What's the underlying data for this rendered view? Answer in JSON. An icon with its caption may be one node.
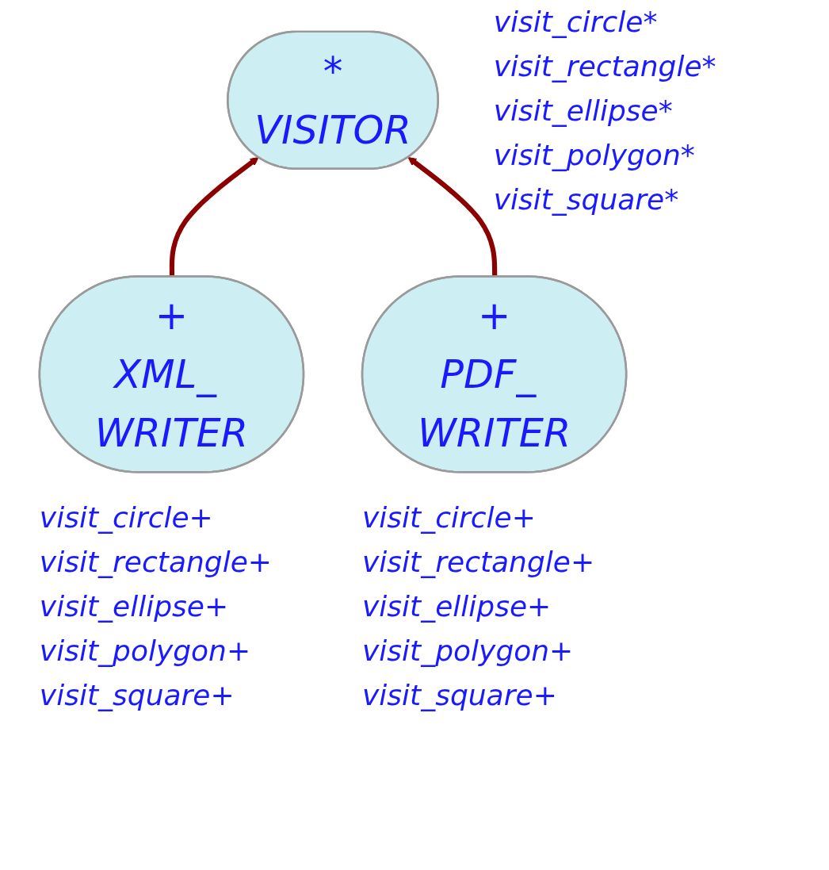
{
  "diagram": {
    "nodes": [
      {
        "text": [
          "*",
          "VISITOR"
        ],
        "beside": [
          "visit_circle*",
          "visit_rectangle*",
          "visit_ellipse*",
          "visit_polygon*",
          "visit_square*"
        ]
      },
      {
        "text": [
          "+",
          "XML_ WRITER"
        ],
        "beside": [
          "visit_circle+",
          "visit_rectangle+",
          "visit_ellipse+",
          "visit_polygon+",
          "visit_square+"
        ]
      },
      {
        "text": [
          "+",
          "PDF_ WRITER"
        ],
        "beside": [
          "visit_circle+",
          "visit_rectangle+",
          "visit_ellipse+",
          "visit_polygon+",
          "visit_square+"
        ]
      }
    ],
    "edges": [
      {
        "from": 1,
        "to": 0,
        "arrow": "to"
      },
      {
        "from": 2,
        "to": 0,
        "arrow": "to"
      }
    ]
  }
}
